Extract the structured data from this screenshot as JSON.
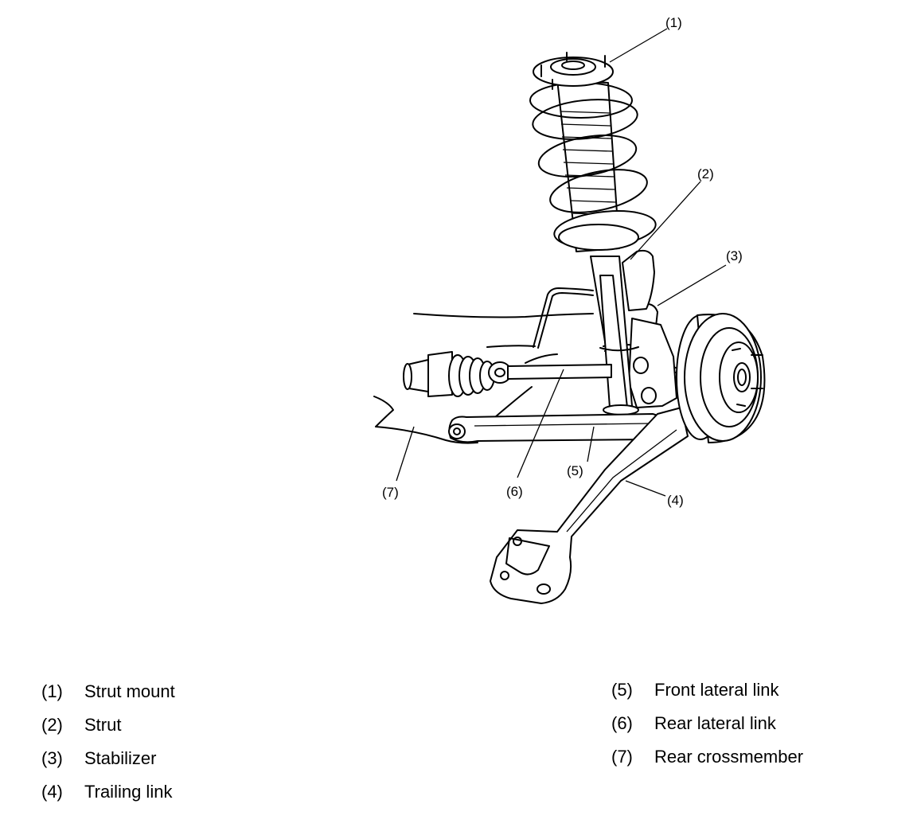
{
  "callouts": [
    {
      "id": "1",
      "label": "(1)"
    },
    {
      "id": "2",
      "label": "(2)"
    },
    {
      "id": "3",
      "label": "(3)"
    },
    {
      "id": "4",
      "label": "(4)"
    },
    {
      "id": "5",
      "label": "(5)"
    },
    {
      "id": "6",
      "label": "(6)"
    },
    {
      "id": "7",
      "label": "(7)"
    }
  ],
  "legend": {
    "left": [
      {
        "num": "(1)",
        "name": "Strut mount"
      },
      {
        "num": "(2)",
        "name": "Strut"
      },
      {
        "num": "(3)",
        "name": "Stabilizer"
      },
      {
        "num": "(4)",
        "name": "Trailing link"
      }
    ],
    "right": [
      {
        "num": "(5)",
        "name": "Front lateral link"
      },
      {
        "num": "(6)",
        "name": "Rear lateral link"
      },
      {
        "num": "(7)",
        "name": "Rear crossmember"
      }
    ]
  }
}
